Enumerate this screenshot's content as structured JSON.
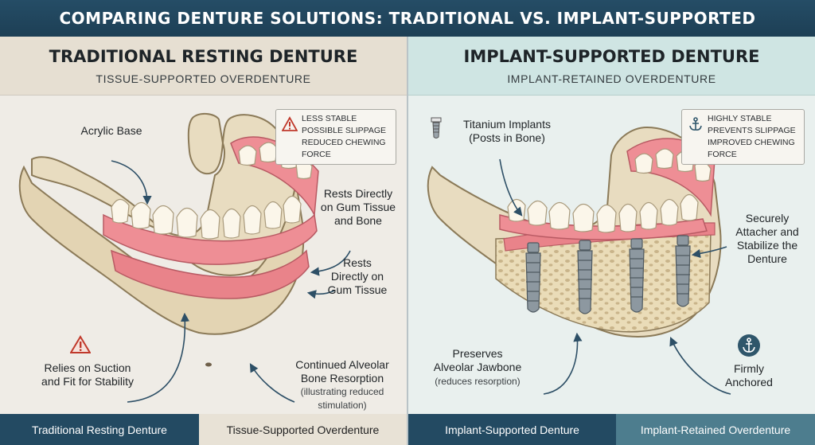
{
  "title": "COMPARING DENTURE SOLUTIONS: TRADITIONAL VS. IMPLANT-SUPPORTED",
  "left": {
    "heading": "TRADITIONAL RESTING DENTURE",
    "subheading": "TISSUE-SUPPORTED OVERDENTURE",
    "alert_icon": "warning-icon",
    "alert_lines": [
      "LESS STABLE",
      "POSSIBLE SLIPPAGE",
      "REDUCED CHEWING FORCE"
    ],
    "labels": {
      "acrylic_base": "Acrylic Base",
      "rests_tissue_bone": [
        "Rests Directly",
        "on Gum Tissue",
        "and Bone"
      ],
      "rests_tissue": [
        "Rests",
        "Directly on",
        "Gum Tissue"
      ],
      "suction": [
        "Relies on Suction",
        "and Fit for Stability"
      ],
      "resorption": [
        "Continued Alveolar",
        "Bone Resorption"
      ],
      "resorption_note": [
        "(illustrating reduced",
        "stimulation)"
      ]
    },
    "colors": {
      "gum": "#e9838a",
      "bone": "#e8dcc0",
      "tooth": "#fbf6ea"
    }
  },
  "right": {
    "heading": "IMPLANT-SUPPORTED DENTURE",
    "subheading": "IMPLANT-RETAINED OVERDENTURE",
    "alert_icon": "anchor-icon",
    "alert_lines": [
      "HIGHLY STABLE",
      "PREVENTS SLIPPAGE",
      "IMPROVED CHEWING FORCE"
    ],
    "labels": {
      "implants": [
        "Titanium Implants",
        "(Posts in Bone)"
      ],
      "securely": [
        "Securely",
        "Attacher and",
        "Stabilize the",
        "Denture"
      ],
      "preserves": [
        "Preserves",
        "Alveolar Jawbone"
      ],
      "preserves_note": "(reduces resorption)",
      "anchored": [
        "Firmly",
        "Anchored"
      ]
    },
    "colors": {
      "implant": "#8d98a0",
      "anchor_badge": "#2f566b"
    }
  },
  "footer": [
    "Traditional Resting Denture",
    "Tissue-Supported Overdenture",
    "Implant-Supported Denture",
    "Implant-Retained Overdenture"
  ]
}
